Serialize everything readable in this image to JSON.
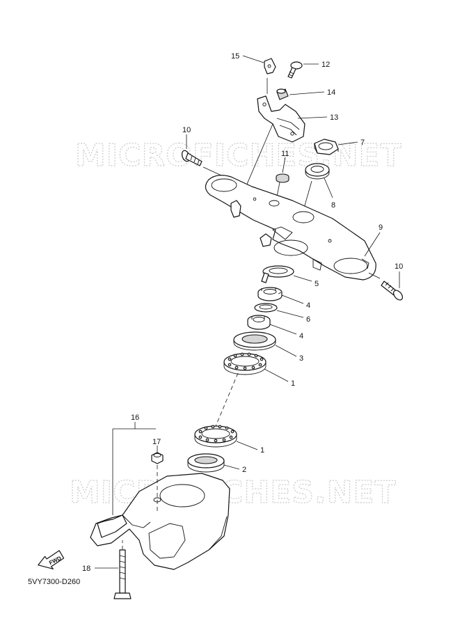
{
  "watermark": {
    "top_text": "MICROFICHES.NET",
    "bottom_text": "MICROFICHES.NET"
  },
  "callouts": {
    "c15": "15",
    "c12": "12",
    "c14": "14",
    "c13": "13",
    "c10a": "10",
    "c11": "11",
    "c7": "7",
    "c8": "8",
    "c9": "9",
    "c10b": "10",
    "c5": "5",
    "c4a": "4",
    "c6": "6",
    "c4b": "4",
    "c3": "3",
    "c1a": "1",
    "c16": "16",
    "c17": "17",
    "c1b": "1",
    "c2": "2",
    "c18": "18"
  },
  "fwd_label": "FWD",
  "diagram_code": "5VY7300-D260"
}
